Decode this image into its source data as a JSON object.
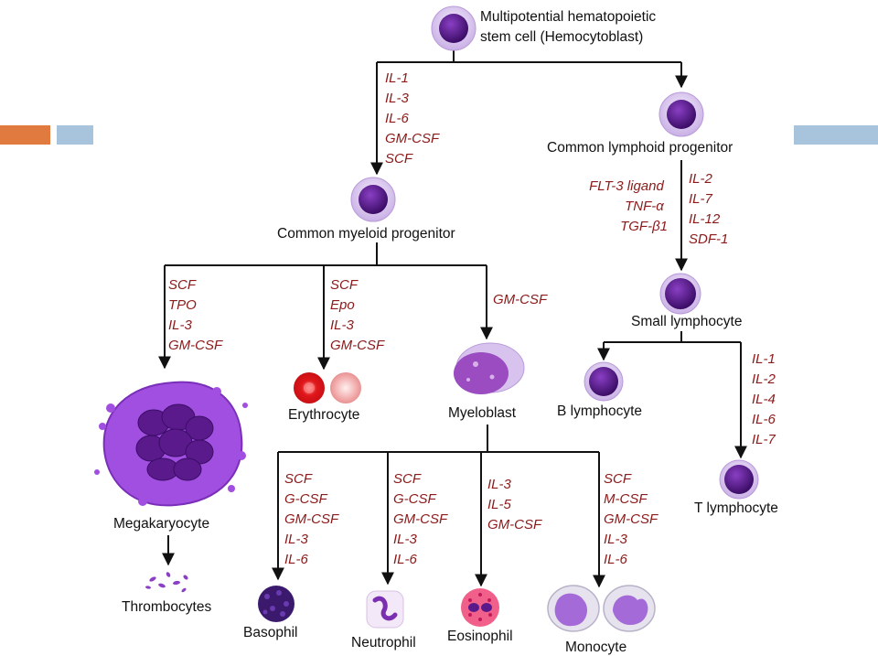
{
  "colors": {
    "accent_orange": "#e07a3f",
    "accent_blue": "#a8c4dc",
    "cytokine_text": "#8b1a1a",
    "cell_purple": "#5a1a8c",
    "megakaryocyte": "#a14fe0"
  },
  "nodes": {
    "stem_cell": {
      "line1": "Multipotential hematopoietic",
      "line2": "stem cell   (Hemocytoblast)"
    },
    "lymphoid": "Common lymphoid progenitor",
    "myeloid": "Common myeloid progenitor",
    "small_lymphocyte": "Small lymphocyte",
    "b_lymphocyte": "B lymphocyte",
    "t_lymphocyte": "T lymphocyte",
    "megakaryocyte": "Megakaryocyte",
    "thrombocytes": "Thrombocytes",
    "erythrocyte": "Erythrocyte",
    "myeloblast": "Myeloblast",
    "basophil": "Basophil",
    "neutrophil": "Neutrophil",
    "eosinophil": "Eosinophil",
    "monocyte": "Monocyte"
  },
  "cytokines": {
    "to_myeloid": [
      "IL-1",
      "IL-3",
      "IL-6",
      "GM-CSF",
      "SCF"
    ],
    "lymphoid_left": [
      "FLT-3 ligand",
      "TNF-α",
      "TGF-β1"
    ],
    "lymphoid_right": [
      "IL-2",
      "IL-7",
      "IL-12",
      "SDF-1"
    ],
    "megakaryocyte": [
      "SCF",
      "TPO",
      "IL-3",
      "GM-CSF"
    ],
    "erythrocyte": [
      "SCF",
      "Epo",
      "IL-3",
      "GM-CSF"
    ],
    "myeloblast": [
      "GM-CSF"
    ],
    "t_lymphocyte": [
      "IL-1",
      "IL-2",
      "IL-4",
      "IL-6",
      "IL-7"
    ],
    "basophil": [
      "SCF",
      "G-CSF",
      "GM-CSF",
      "IL-3",
      "IL-6"
    ],
    "neutrophil": [
      "SCF",
      "G-CSF",
      "GM-CSF",
      "IL-3",
      "IL-6"
    ],
    "eosinophil": [
      "IL-3",
      "IL-5",
      "GM-CSF"
    ],
    "monocyte": [
      "SCF",
      "M-CSF",
      "GM-CSF",
      "IL-3",
      "IL-6"
    ]
  }
}
